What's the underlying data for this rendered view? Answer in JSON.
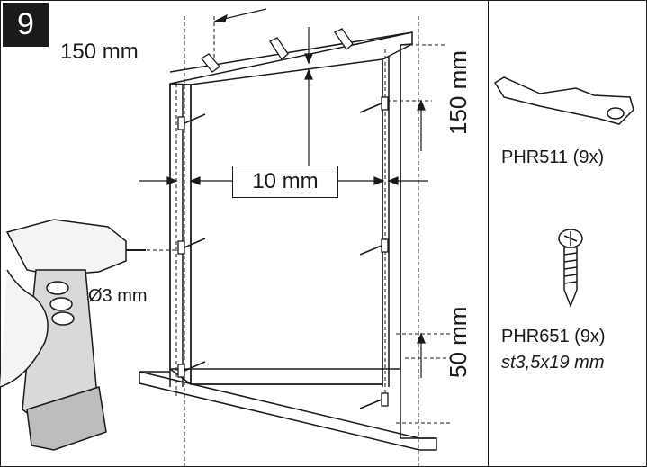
{
  "step_number": "9",
  "dimensions": {
    "top_spacing": "150 mm",
    "inner_offset": "10 mm",
    "right_top": "150 mm",
    "right_bottom": "50 mm",
    "drill_bit": "Ø3 mm"
  },
  "parts": [
    {
      "code": "PHR511 (9x)",
      "icon": "clip-bracket-icon"
    },
    {
      "code": "PHR651 (9x)",
      "spec": "st3,5x19 mm",
      "icon": "screw-icon"
    }
  ]
}
